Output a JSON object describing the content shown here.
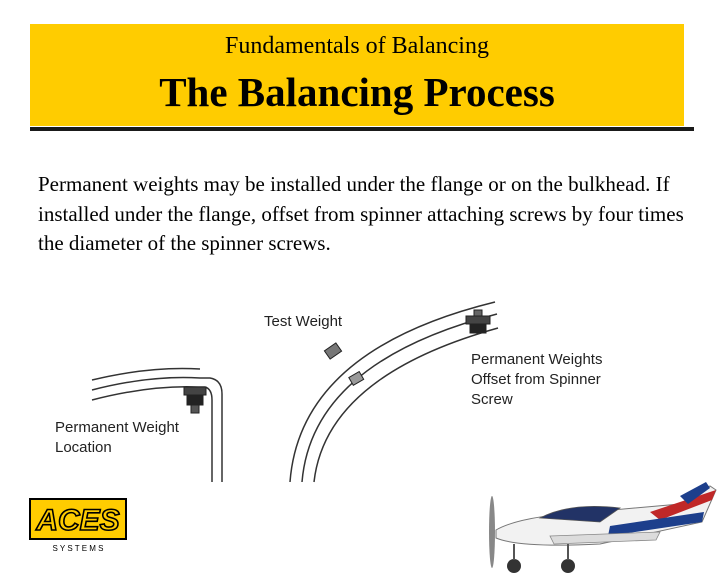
{
  "header": {
    "subtitle": "Fundamentals of Balancing",
    "title": "The Balancing Process"
  },
  "body": {
    "paragraph": "Permanent weights may be installed under the flange or on the bulkhead. If installed under the flange, offset from spinner attaching screws by four times the diameter of the spinner screws."
  },
  "diagram": {
    "label_test_weight": "Test Weight",
    "label_permanent_location": "Permanent Weight\nLocation",
    "label_permanent_offset": "Permanent Weights\nOffset from Spinner\nScrew"
  },
  "logo": {
    "brand": "ACES",
    "tagline": "S Y S T E M S"
  },
  "colors": {
    "banner": "#ffcc00",
    "rule": "#1a1a1a"
  }
}
